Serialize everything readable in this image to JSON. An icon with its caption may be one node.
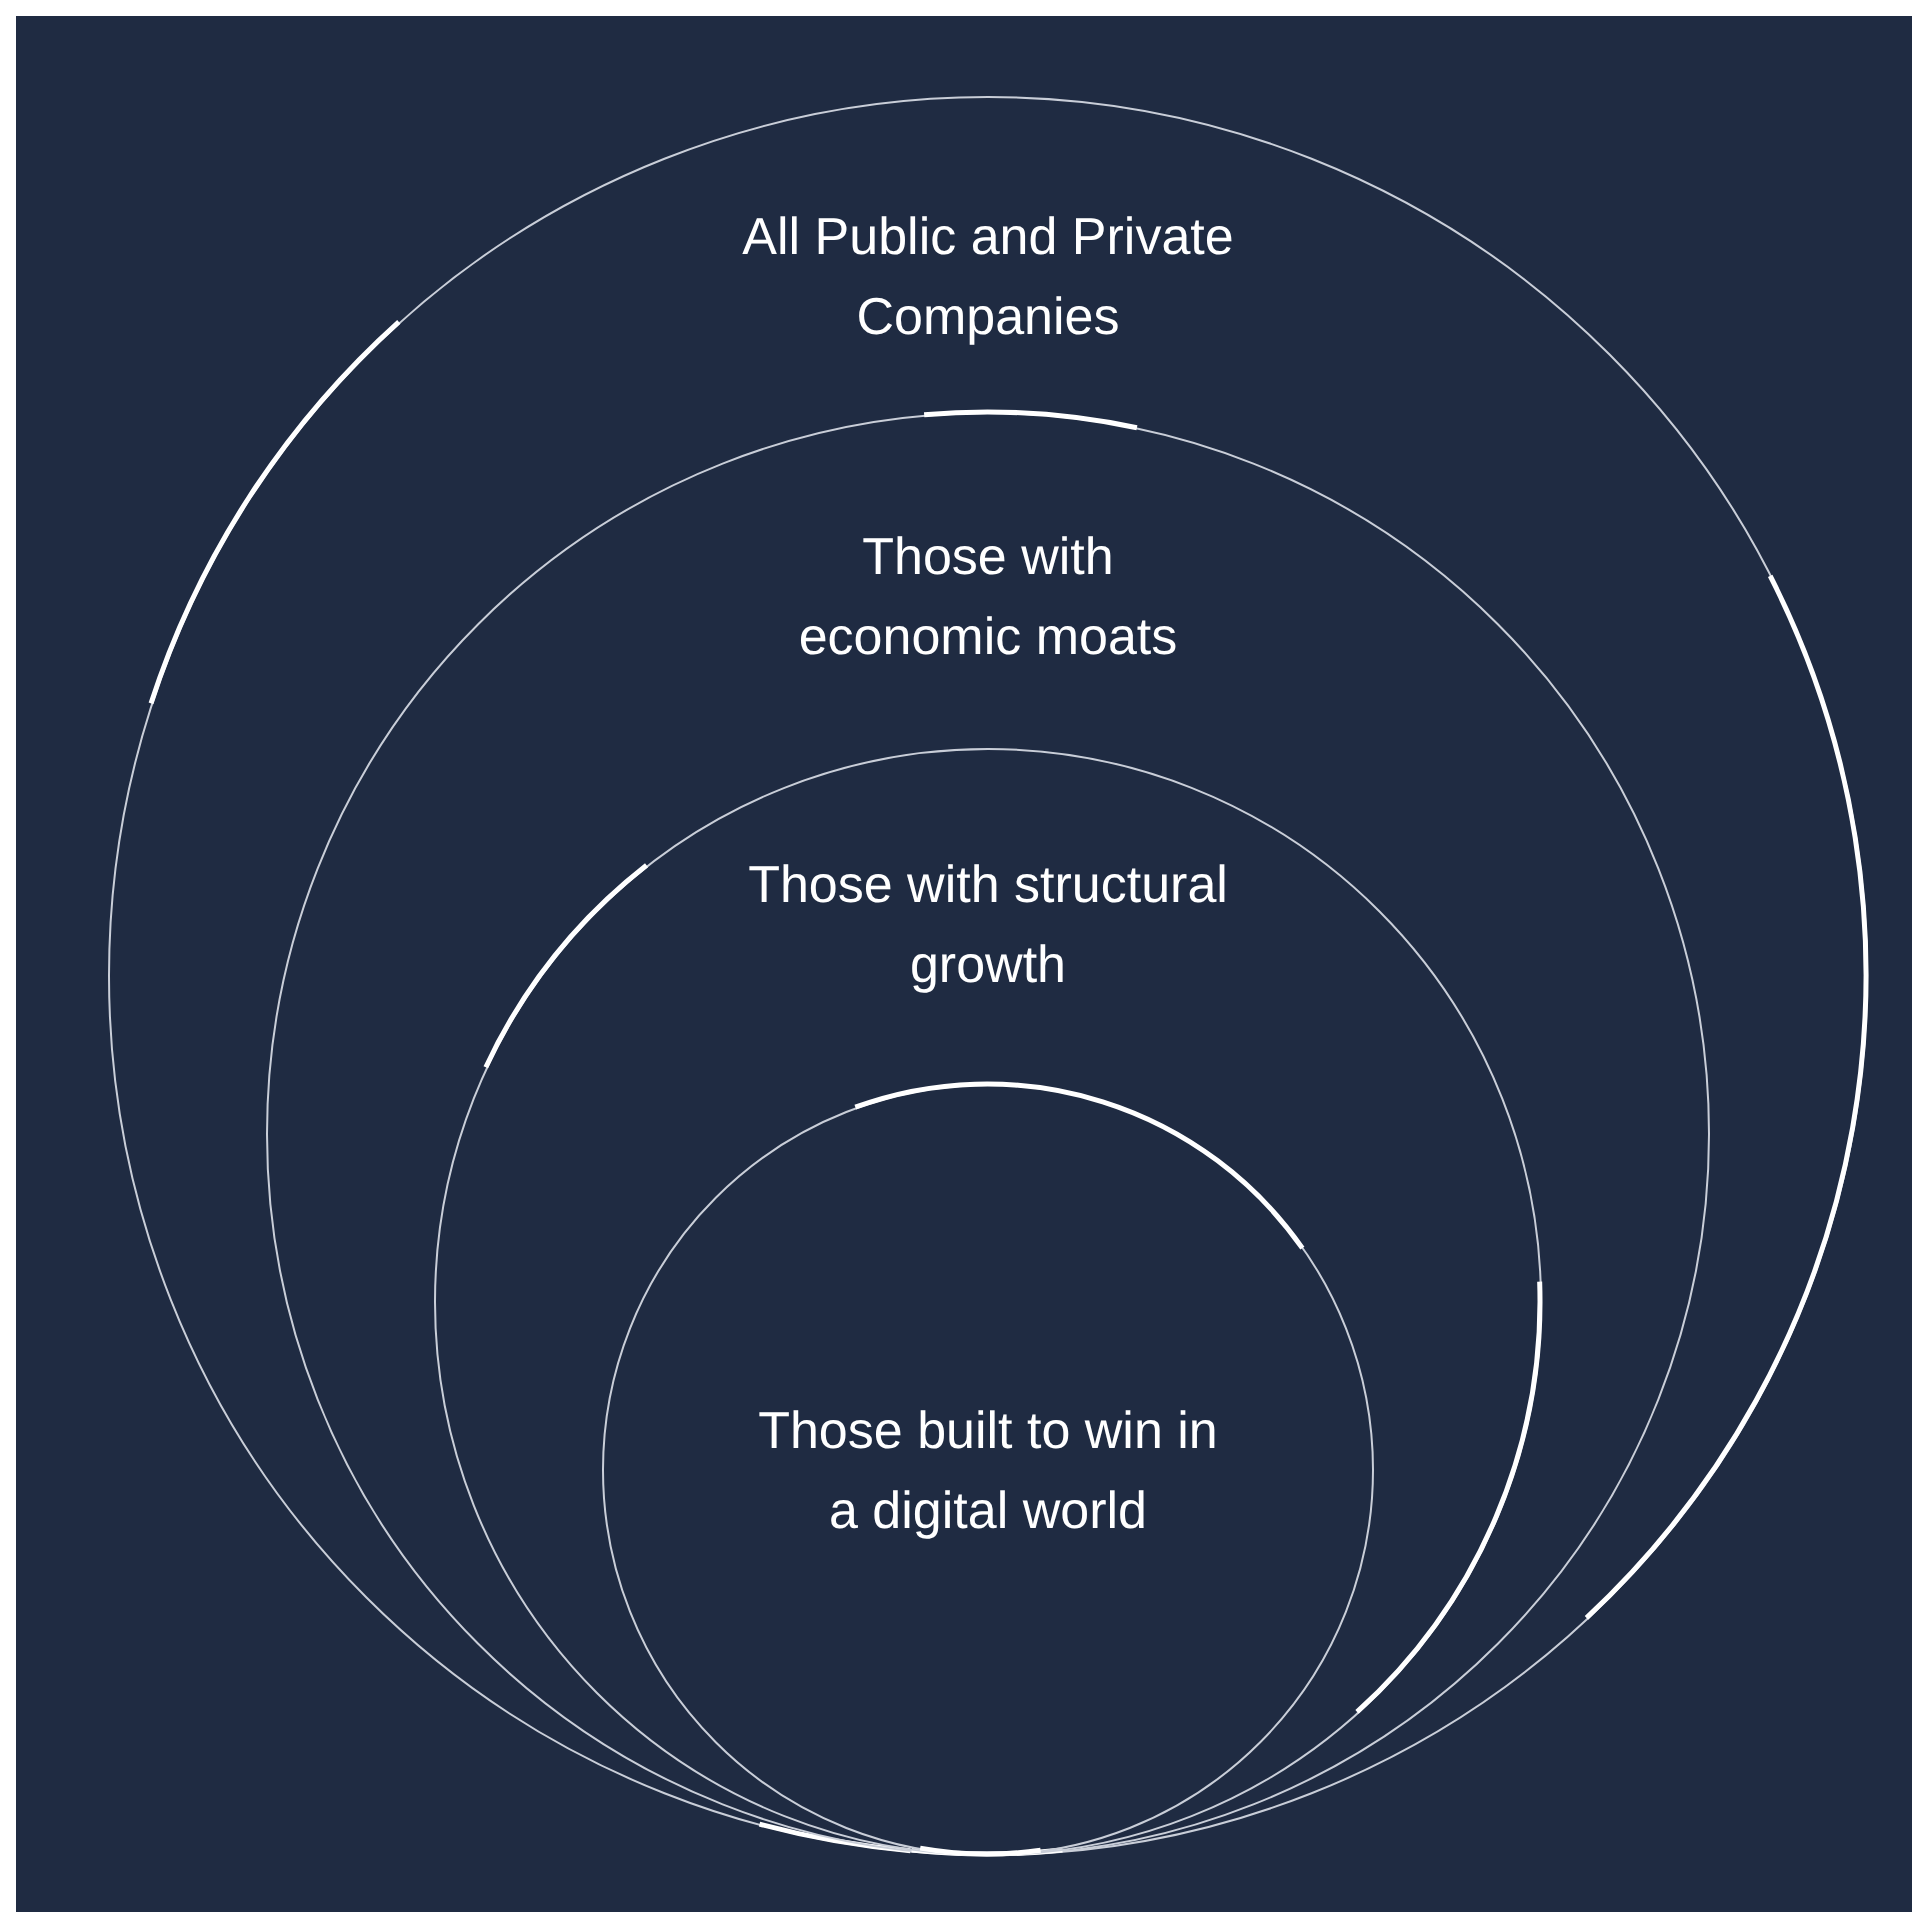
{
  "diagram": {
    "nodes": [
      {
        "text": [
          "All Public and Private Companies"
        ]
      },
      {
        "text": [
          "Those with economic moats"
        ],
        "in": 0
      },
      {
        "text": [
          "Those with structural growth"
        ],
        "in": 1
      },
      {
        "text": [
          "Those built to win in a digital world"
        ],
        "in": 2
      }
    ]
  }
}
